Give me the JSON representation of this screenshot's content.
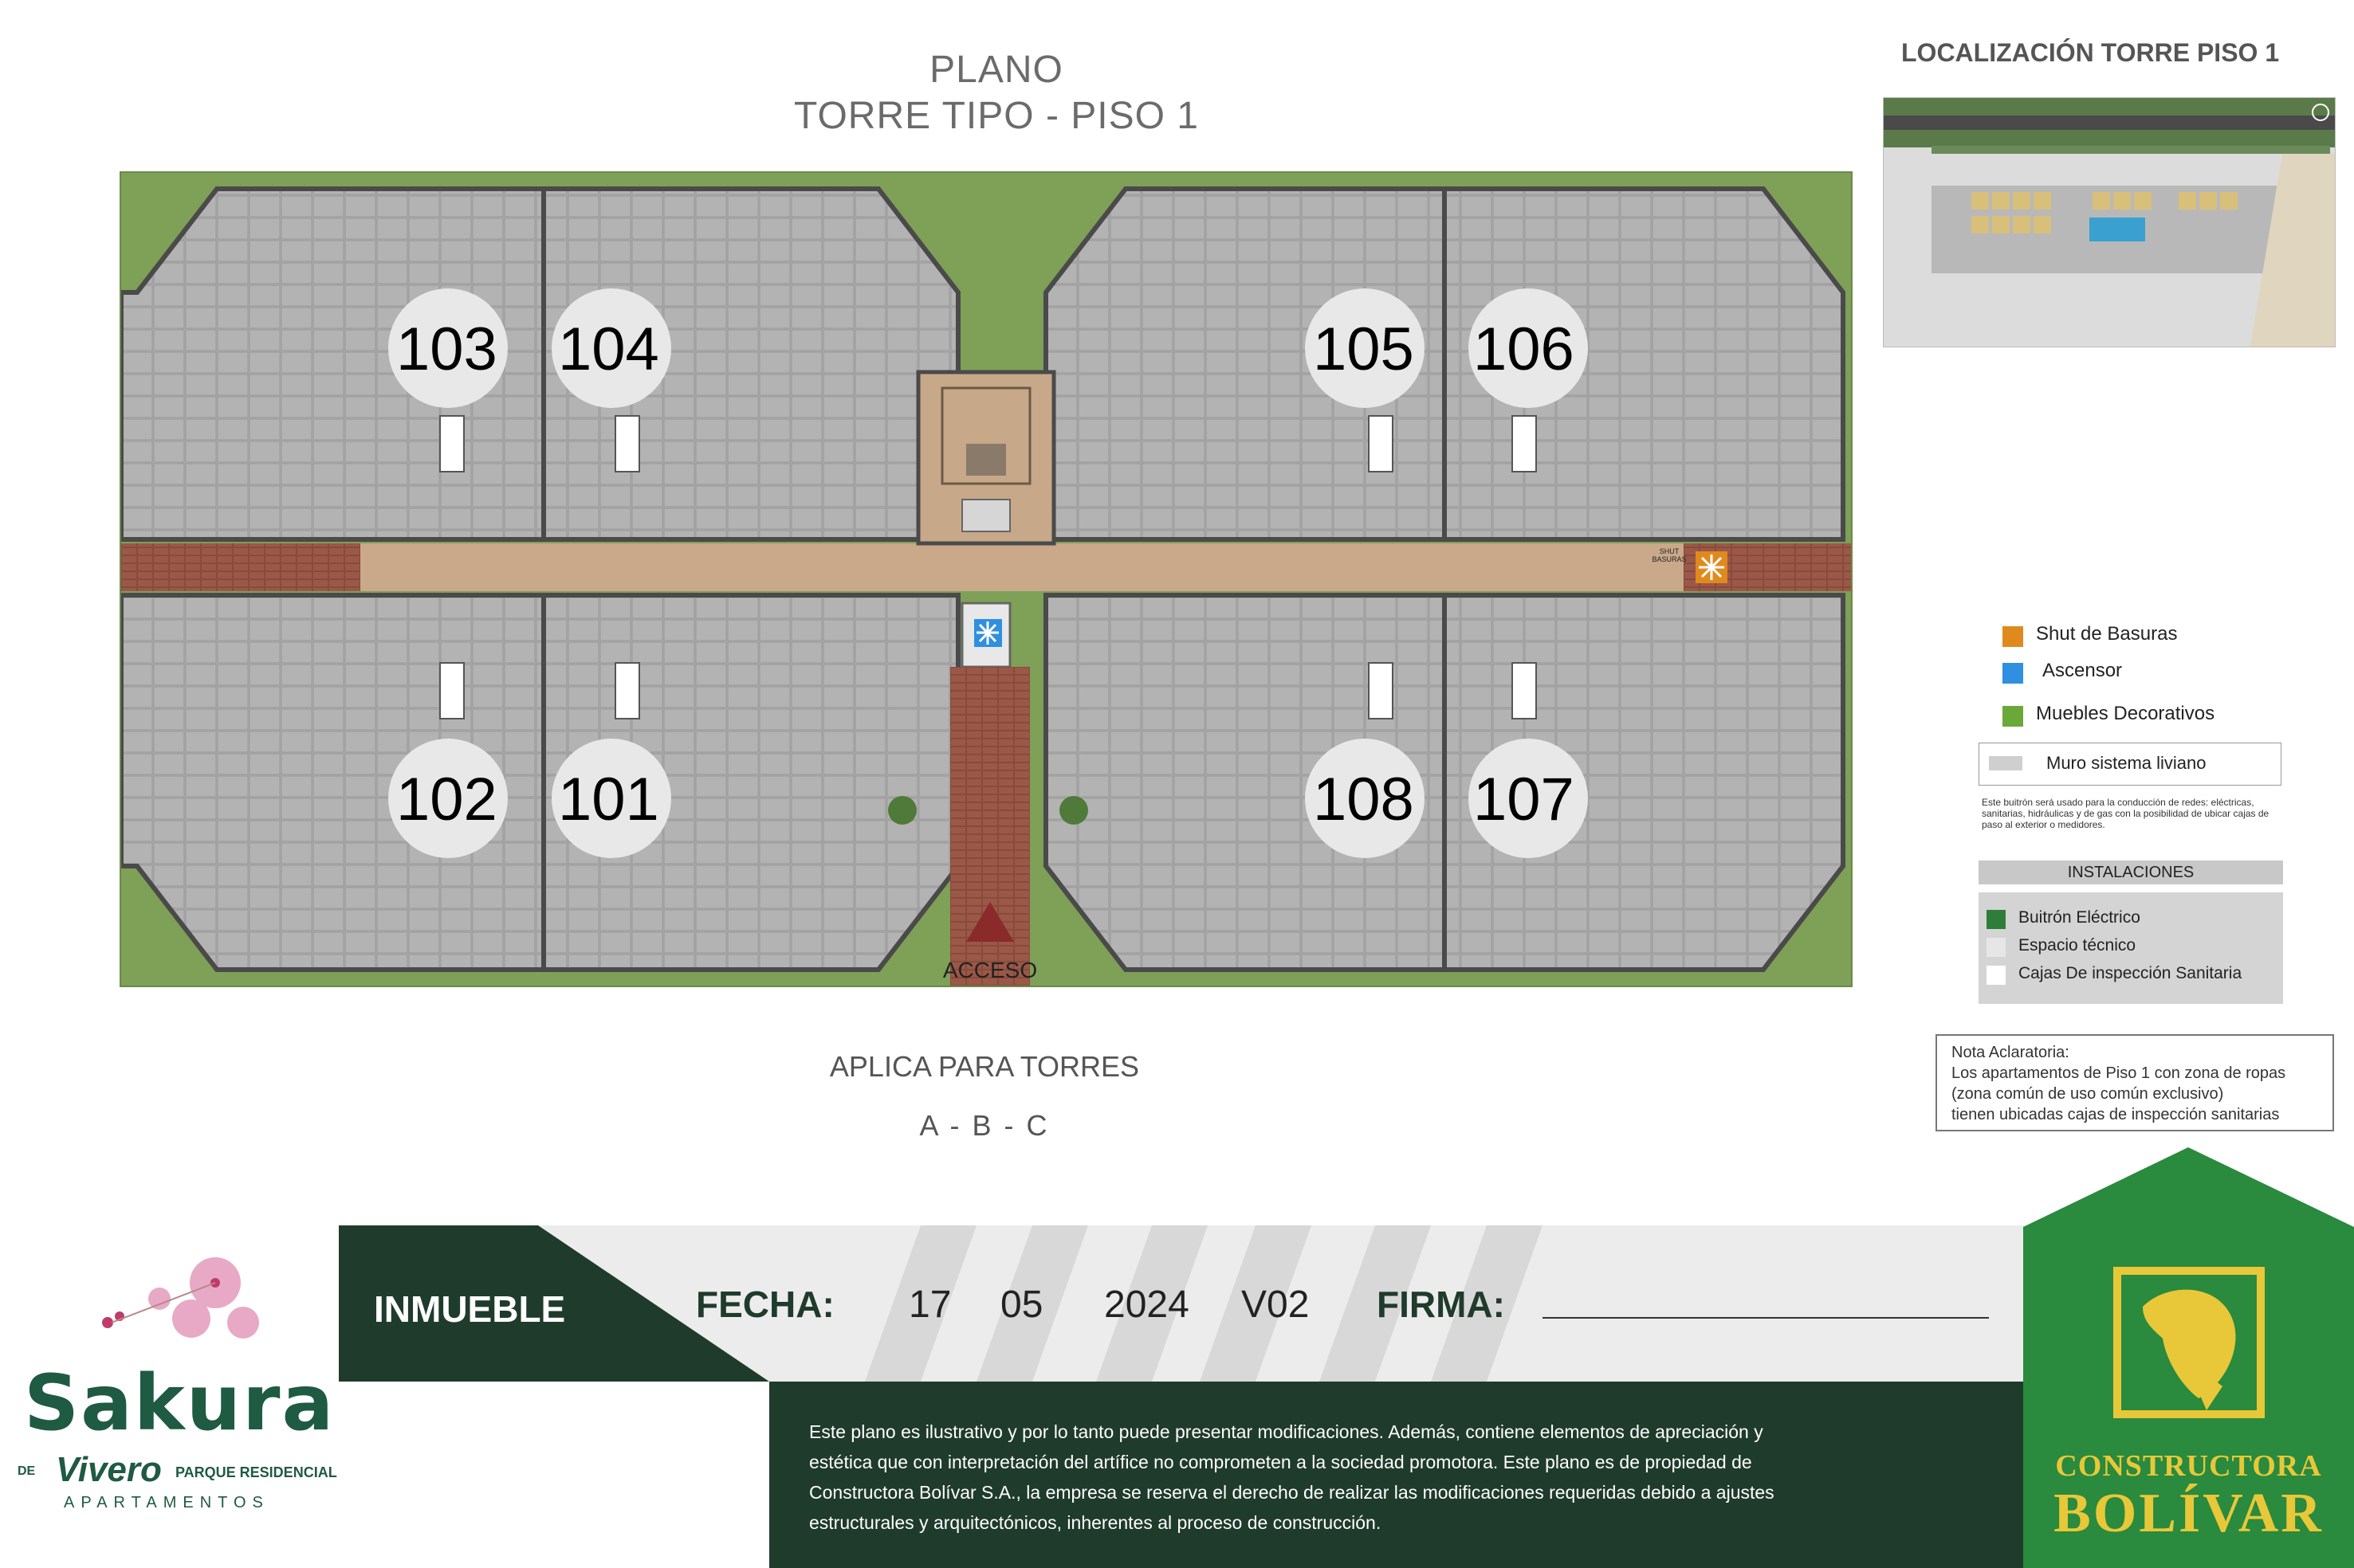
{
  "header": {
    "title_line1": "PLANO",
    "title_line2": "TORRE TIPO - PISO 1"
  },
  "location": {
    "title": "LOCALIZACIÓN TORRE PISO 1"
  },
  "plan": {
    "units": [
      "103",
      "104",
      "105",
      "106",
      "102",
      "101",
      "108",
      "107"
    ],
    "shut_label": "SHUT BASURAS",
    "access_label": "ACCESO"
  },
  "applies": {
    "label": "APLICA PARA TORRES",
    "towers": "A - B - C"
  },
  "legend": {
    "items": [
      {
        "label": "Shut de Basuras",
        "color": "#e08a1e",
        "icon": "asterisk-icon"
      },
      {
        "label": "Ascensor",
        "color": "#2f8fe0",
        "icon": "asterisk-icon"
      },
      {
        "label": "Muebles Decorativos",
        "color": "#6aa83a",
        "icon": "asterisk-icon"
      }
    ],
    "muro": "Muro sistema liviano",
    "note_small": "Este buitrón será usado para la conducción de redes: eléctricas, sanitarias, hidráulicas y de gas con la posibilidad de ubicar cajas de paso al exterior o medidores.",
    "instalaciones_title": "INSTALACIONES",
    "instalaciones": [
      {
        "label": "Buitrón Eléctrico",
        "color": "#2e7d3a"
      },
      {
        "label": "Espacio técnico",
        "color": "#e6e6e6"
      },
      {
        "label": "Cajas De inspección Sanitaria",
        "color": "#ffffff"
      }
    ]
  },
  "nota": {
    "title": "Nota Aclaratoria:",
    "line1": "Los apartamentos de Piso 1 con zona de ropas",
    "line2": "(zona común de uso común exclusivo)",
    "line3": "tienen ubicadas cajas de inspección sanitarias"
  },
  "brand": {
    "name": "Sakura",
    "de": "DE",
    "vivero": "Vivero",
    "parque": "PARQUE RESIDENCIAL",
    "apartamentos": "APARTAMENTOS"
  },
  "footer": {
    "inmueble": "INMUEBLE",
    "fecha_label": "FECHA:",
    "day": "17",
    "month": "05",
    "year": "2024",
    "version": "V02",
    "firma_label": "FIRMA:",
    "disclaimer_1": "Este plano es ilustrativo y por lo tanto puede presentar modificaciones. Además, contiene elementos de apreciación y",
    "disclaimer_2": "estética que con interpretación del artífice no comprometen a la sociedad promotora. Este plano es de propiedad de",
    "disclaimer_3": "Constructora Bolívar S.A., la empresa se reserva el derecho de realizar las modificaciones requeridas debido a ajustes",
    "disclaimer_4": "estructurales y arquitectónicos, inherentes al proceso de construcción."
  },
  "company": {
    "line1": "CONSTRUCTORA",
    "line2": "BOLÍVAR"
  },
  "colors": {
    "dark_green": "#1f3b2b",
    "brand_green": "#2a8a3e",
    "gold": "#e8c838",
    "access_red": "#8b2a2a"
  }
}
